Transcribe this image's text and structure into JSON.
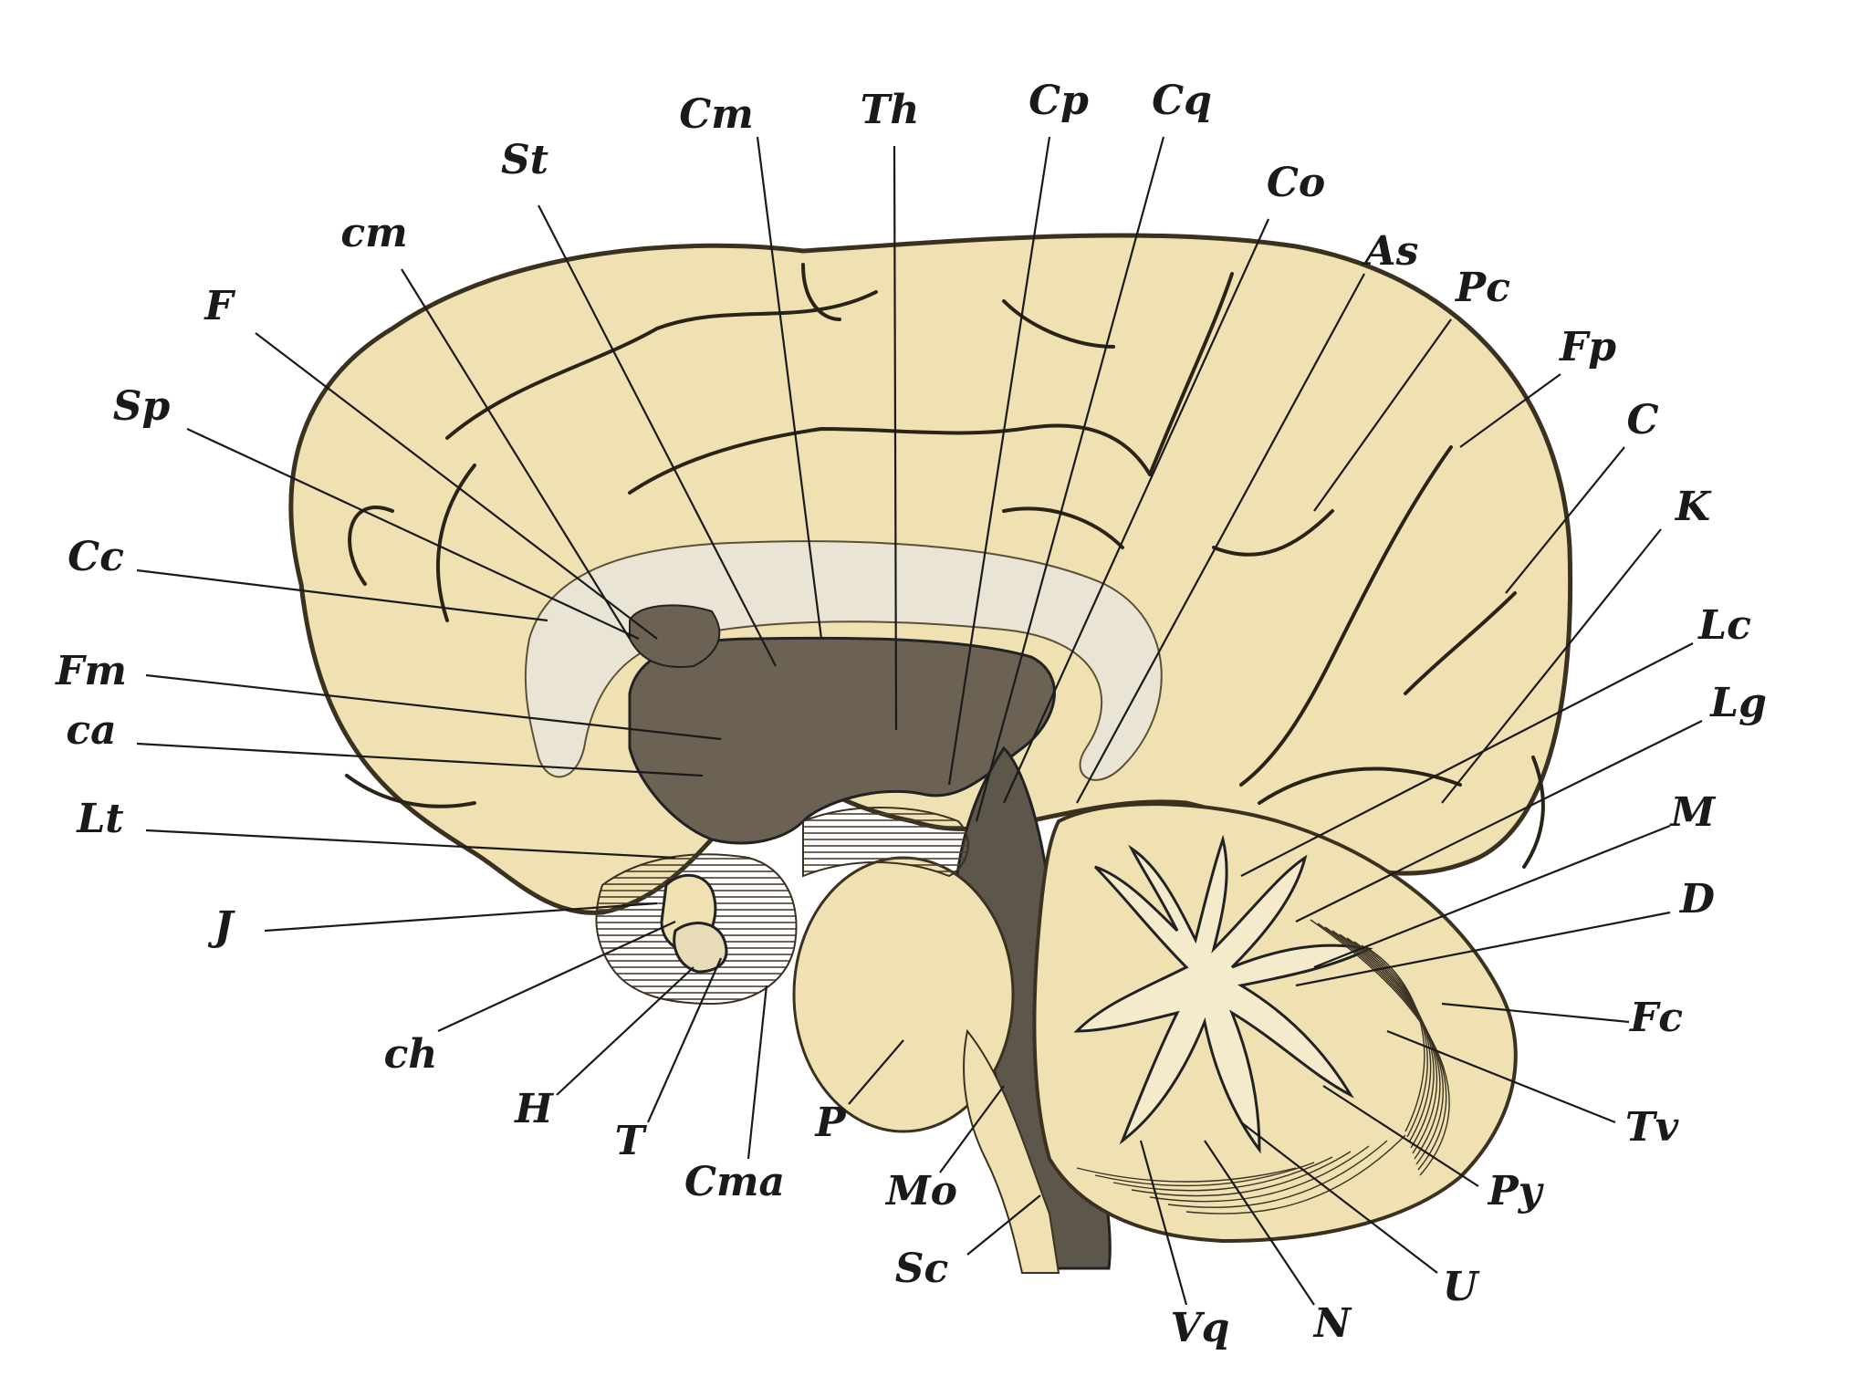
{
  "colors": {
    "cortex": "#efe1b2",
    "cortex_edge": "#3b3120",
    "callosum": "#e9e4d4",
    "ventricle_dark": "#6b6253",
    "brainstem": "#5d564a",
    "cerebellum_white": "#f4ebcd",
    "ink": "#1a1a1a"
  },
  "labels": {
    "Cm_top": "Cm",
    "Th": "Th",
    "Cp": "Cp",
    "Cq": "Cq",
    "St": "St",
    "Co": "Co",
    "As": "As",
    "cm": "cm",
    "Pc": "Pc",
    "F": "F",
    "Fp": "Fp",
    "Sp": "Sp",
    "C": "C",
    "K": "K",
    "Cc": "Cc",
    "Lc": "Lc",
    "Fm": "Fm",
    "Lg": "Lg",
    "ca": "ca",
    "M": "M",
    "Lt": "Lt",
    "D": "D",
    "J": "J",
    "Fc": "Fc",
    "ch": "ch",
    "Tv": "Tv",
    "H": "H",
    "T": "T",
    "P": "P",
    "Py": "Py",
    "Cma": "Cma",
    "Mo": "Mo",
    "U": "U",
    "Sc": "Sc",
    "Vq": "Vq",
    "N": "N"
  }
}
